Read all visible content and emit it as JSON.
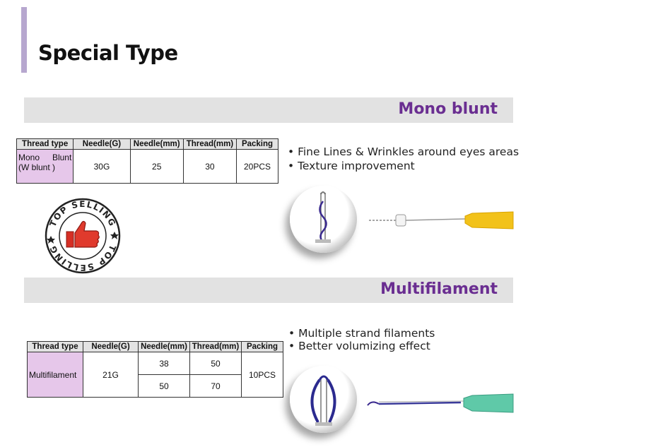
{
  "page": {
    "title": "Special Type"
  },
  "sections": [
    {
      "title": "Mono blunt",
      "table": {
        "headers": [
          "Thread type",
          "Needle(G)",
          "Needle(mm)",
          "Thread(mm)",
          "Packing"
        ],
        "rows": [
          {
            "type_line1": "Mono",
            "type_line2": "Blunt",
            "type_line3": "(W blunt )",
            "needle_g": "30G",
            "needle_mm": "25",
            "thread_mm": "30",
            "packing": "20PCS"
          }
        ]
      },
      "bullets": [
        "Fine Lines & Wrinkles around eyes areas",
        "Texture improvement"
      ]
    },
    {
      "title": "Multifilament",
      "table": {
        "headers": [
          "Thread type",
          "Needle(G)",
          "Needle(mm)",
          "Thread(mm)",
          "Packing"
        ],
        "rows": [
          {
            "type": "Multifilament",
            "needle_g": "21G",
            "needle_mm": "38",
            "thread_mm": "50",
            "packing": "10PCS"
          },
          {
            "needle_mm": "50",
            "thread_mm": "70"
          }
        ]
      },
      "bullets": [
        "Multiple strand filaments",
        "Better volumizing effect"
      ]
    }
  ],
  "badge": {
    "text": "TOP SELLING"
  },
  "colors": {
    "accent": "#6a2e91",
    "bar": "#b7a7cf",
    "type_cell": "#e6c7ea",
    "needle_yellow": "#f2c21a",
    "needle_green": "#5fc9a8"
  },
  "icons": [
    "thumbs-up-icon",
    "star-icon"
  ]
}
